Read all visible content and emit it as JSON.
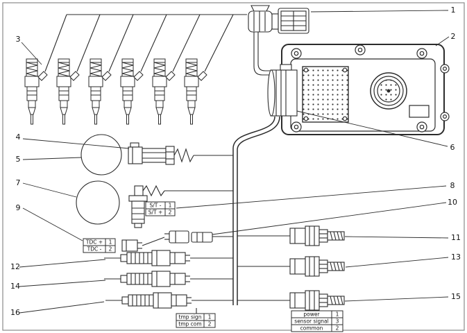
{
  "callouts": {
    "c1": "1",
    "c2": "2",
    "c3": "3",
    "c4": "4",
    "c5": "5",
    "c6": "6",
    "c7": "7",
    "c8": "8",
    "c9": "9",
    "c10": "10",
    "c11": "11",
    "c12": "12",
    "c13": "13",
    "c14": "14",
    "c15": "15",
    "c16": "16"
  },
  "tables": {
    "st": {
      "rows": [
        {
          "label": "S/T -",
          "pin": "1"
        },
        {
          "label": "S/T +",
          "pin": "2"
        }
      ]
    },
    "tdc": {
      "rows": [
        {
          "label": "TDC +",
          "pin": "1"
        },
        {
          "label": "TDC -",
          "pin": "2"
        }
      ]
    },
    "tmp": {
      "rows": [
        {
          "label": "tmp sign",
          "pin": "1"
        },
        {
          "label": "tmp com",
          "pin": "2"
        }
      ]
    },
    "power": {
      "rows": [
        {
          "label": "power",
          "pin": "1"
        },
        {
          "label": "sensor signal",
          "pin": "3"
        },
        {
          "label": "common",
          "pin": "2"
        }
      ]
    }
  },
  "colors": {
    "line": "#2b2b2b",
    "background": "#ffffff"
  }
}
